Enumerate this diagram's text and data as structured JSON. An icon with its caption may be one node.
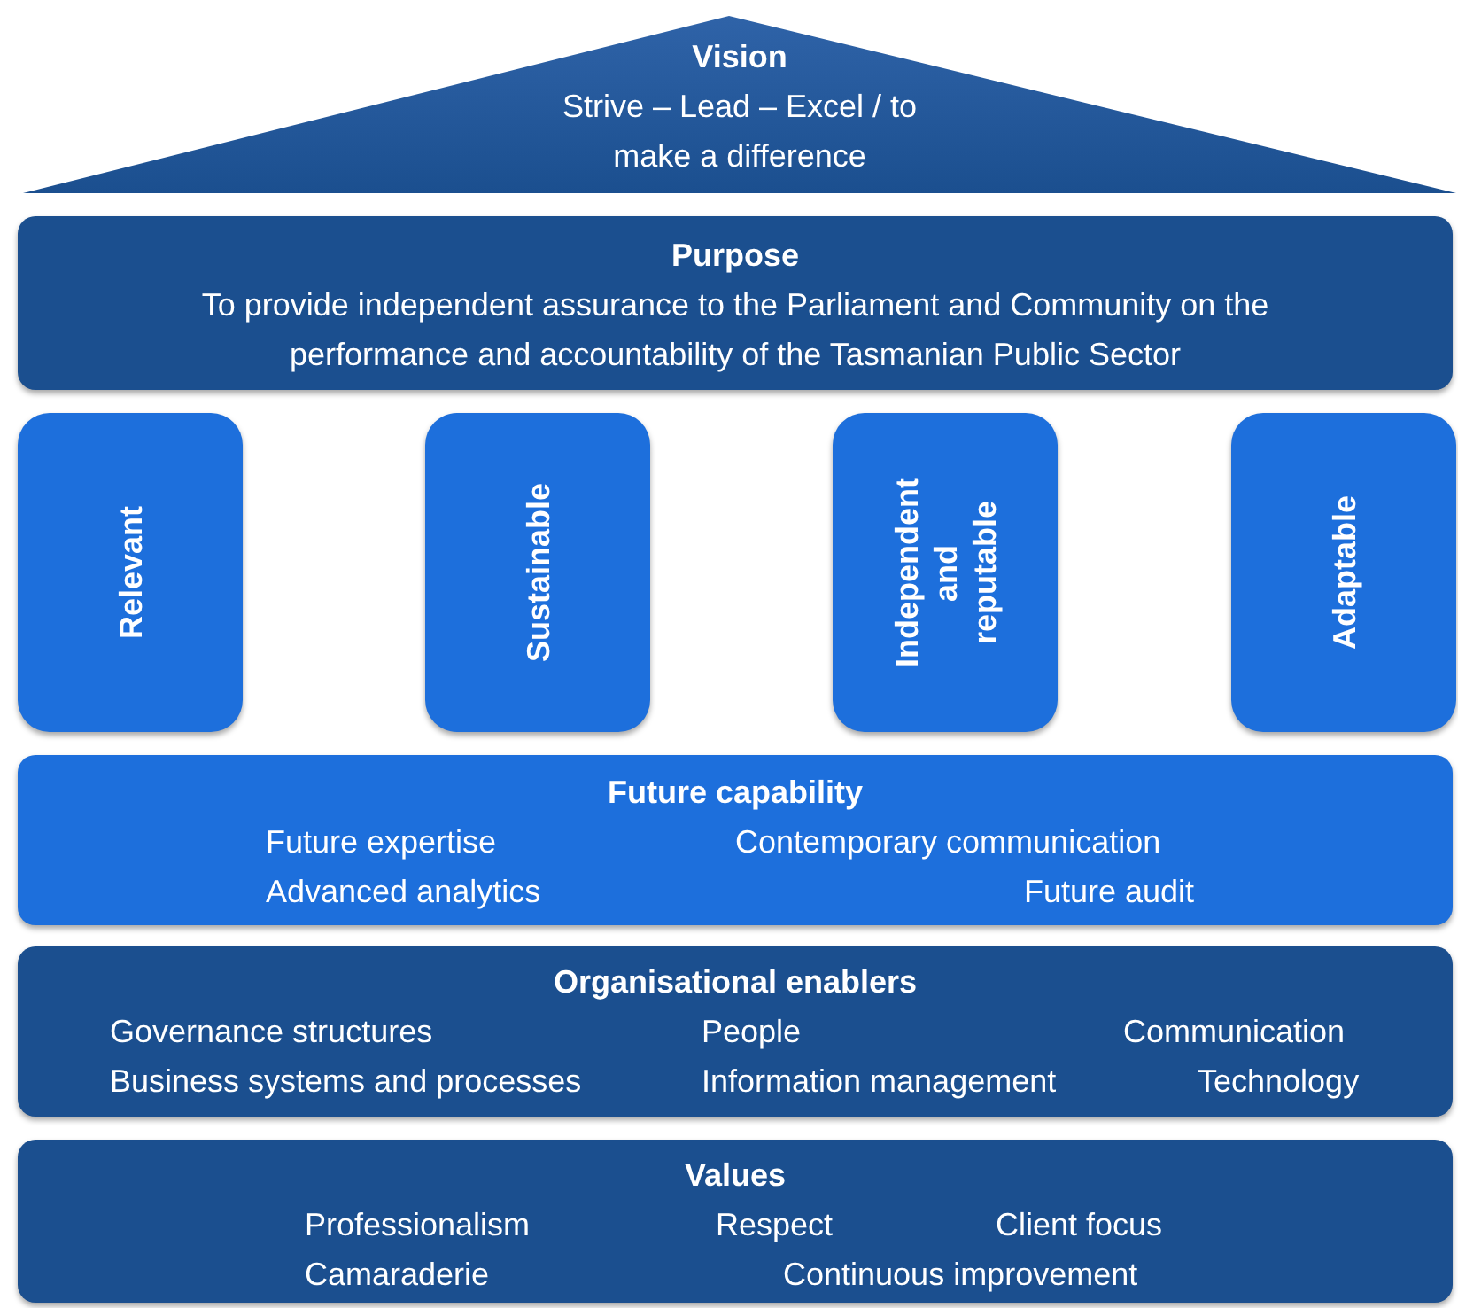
{
  "diagram": {
    "nodes": [
      {
        "text": [
          "Vision",
          "Strive – Lead – Excel / to make a difference"
        ]
      },
      {
        "text": [
          "Purpose",
          "To provide independent assurance to the Parliament and Community on the performance and accountability of the Tasmanian Public Sector"
        ]
      },
      {
        "text": [
          "Relevant"
        ]
      },
      {
        "text": [
          "Sustainable"
        ]
      },
      {
        "text": [
          "Independent and reputable"
        ]
      },
      {
        "text": [
          "Adaptable"
        ]
      },
      {
        "text": [
          "Future capability",
          "Future expertise",
          "Contemporary communication",
          "Advanced analytics",
          "Future audit"
        ]
      },
      {
        "text": [
          "Organisational enablers",
          "Governance structures",
          "People",
          "Communication",
          "Business systems and processes",
          "Information management",
          "Technology"
        ]
      },
      {
        "text": [
          "Values",
          "Professionalism",
          "Respect",
          "Client focus",
          "Camaraderie",
          "Continuous improvement"
        ]
      }
    ]
  }
}
